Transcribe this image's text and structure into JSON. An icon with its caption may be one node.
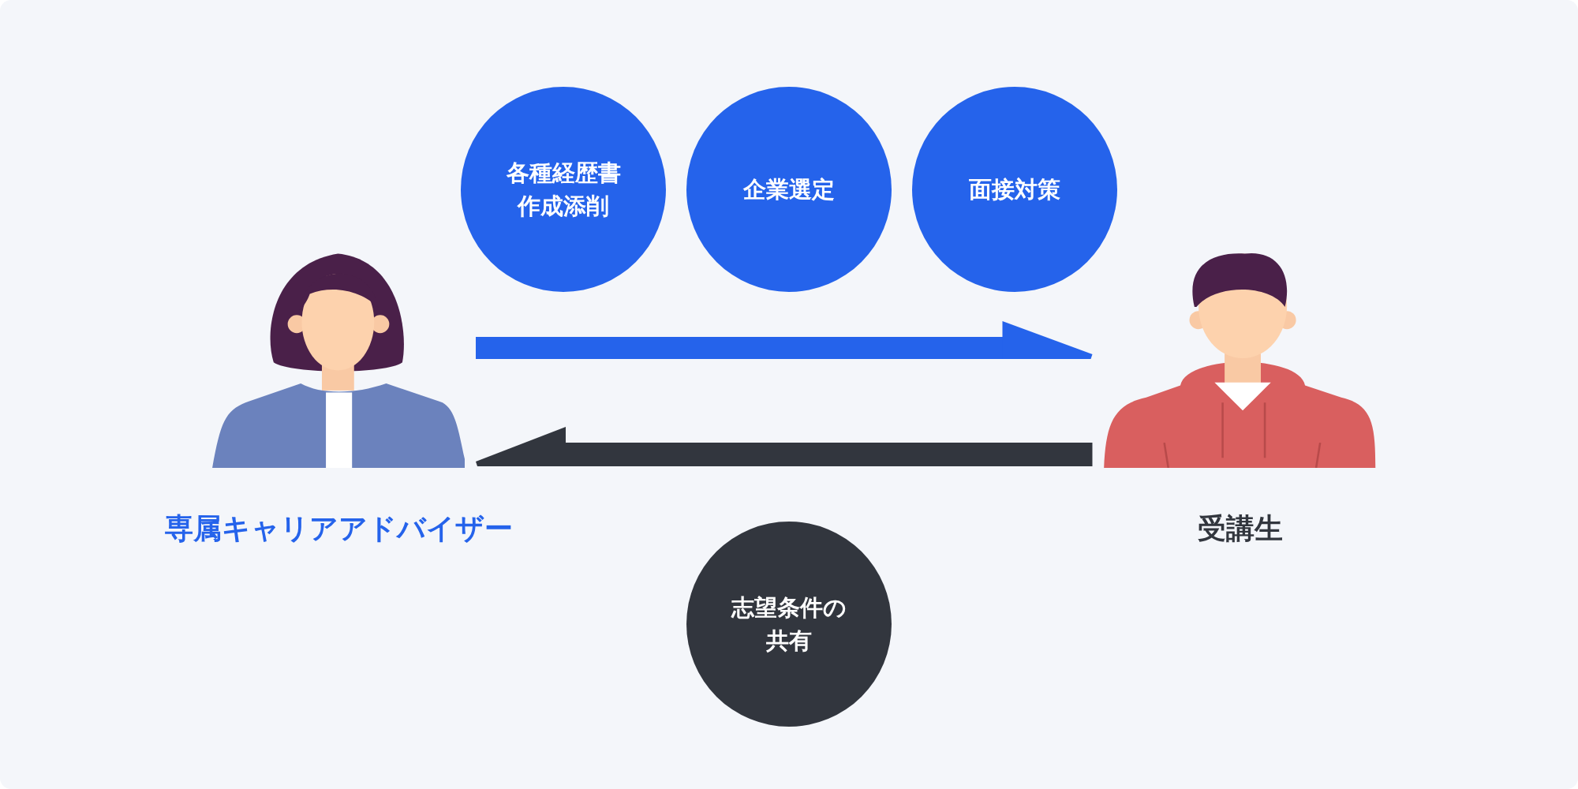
{
  "diagram": {
    "nodes": [
      {
        "text": [],
        "shape": "person",
        "beside": [
          "専属キャリアアドバイザー"
        ]
      },
      {
        "text": [],
        "shape": "person",
        "beside": [
          "受講生"
        ]
      },
      {
        "text": [
          "各種経歴書作成添削"
        ]
      },
      {
        "text": [
          "企業選定"
        ]
      },
      {
        "text": [
          "面接対策"
        ]
      },
      {
        "text": [
          "志望条件の共有"
        ]
      }
    ],
    "edges": [
      {
        "from": 0,
        "to": 1,
        "arrow": "to",
        "color": "#2563eb"
      },
      {
        "from": 1,
        "to": 0,
        "arrow": "to",
        "color": "#32363e"
      }
    ]
  }
}
